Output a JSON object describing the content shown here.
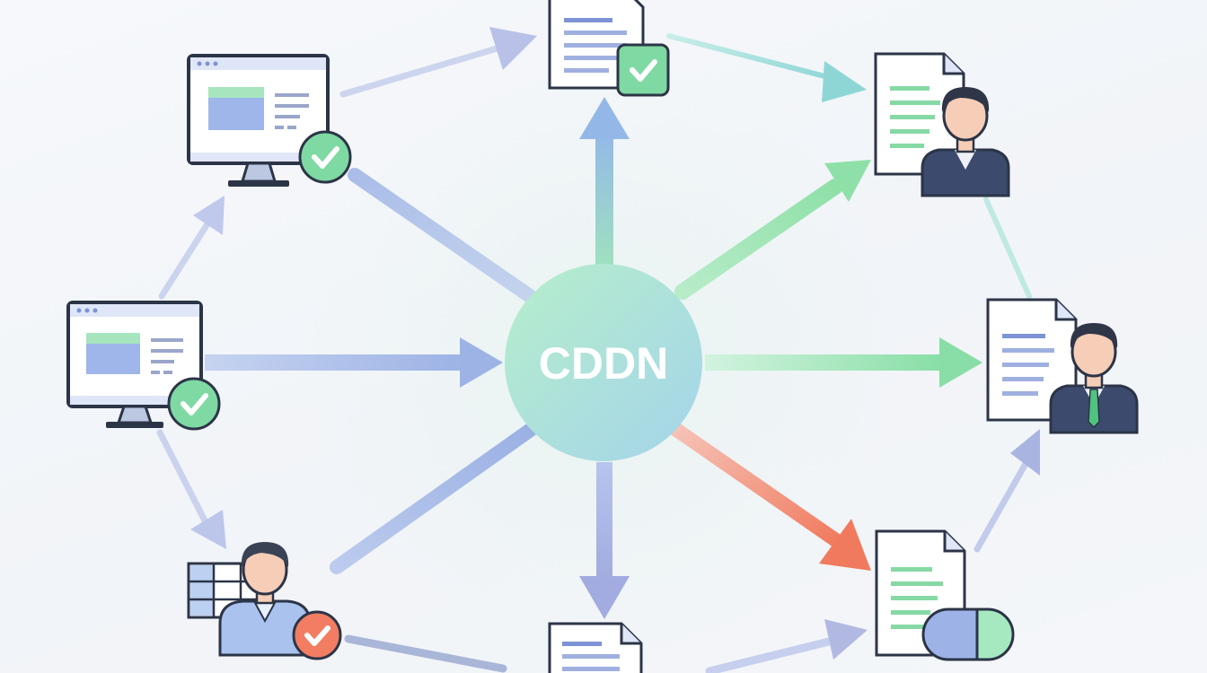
{
  "hub": {
    "label": "CDDN"
  },
  "colors": {
    "background": "#f3f6f9",
    "hub_start": "#b5ecc9",
    "hub_end": "#a7d8ea",
    "arrow_blue": "#9bb2e3",
    "arrow_green": "#a3e4bc",
    "arrow_teal": "#9ad9d6",
    "arrow_red": "#f2836e",
    "arrow_lavender": "#b9c1e8",
    "check_green": "#7fd9a3",
    "check_red": "#f27d62",
    "suit": "#3c4a6e",
    "outline": "#2c3547"
  },
  "nodes": [
    {
      "id": "monitor-top-left",
      "kind": "monitor-icon",
      "badge": "check-green"
    },
    {
      "id": "monitor-left",
      "kind": "monitor-icon",
      "badge": "check-green"
    },
    {
      "id": "user-table-bottom-left",
      "kind": "user-table-icon",
      "badge": "check-red"
    },
    {
      "id": "doc-top",
      "kind": "document-icon",
      "badge": "check-green"
    },
    {
      "id": "doc-bottom",
      "kind": "document-icon",
      "badge": "none"
    },
    {
      "id": "doc-user-top-right",
      "kind": "document-user-icon",
      "badge": "none"
    },
    {
      "id": "doc-user-right",
      "kind": "document-user-icon",
      "badge": "none"
    },
    {
      "id": "doc-capsule-bottom-right",
      "kind": "document-capsule-icon",
      "badge": "none"
    }
  ]
}
